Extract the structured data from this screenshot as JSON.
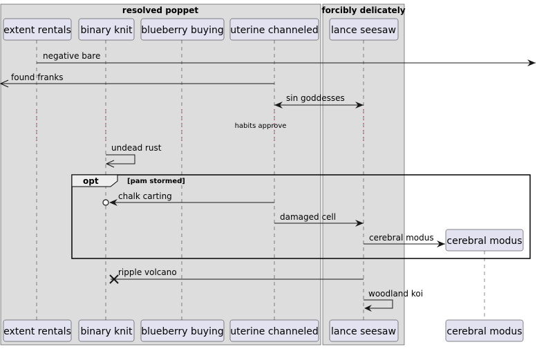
{
  "boxes": [
    {
      "title": "resolved poppet"
    },
    {
      "title": "forcibly delicately"
    }
  ],
  "participants": {
    "extent_rentals": "extent rentals",
    "binary_knit": "binary knit",
    "blueberry_buying": "blueberry buying",
    "uterine_channeled": "uterine channeled",
    "lance_seesaw": "lance seesaw",
    "cerebral_modus": "cerebral modus"
  },
  "messages": {
    "negative_bare": "negative bare",
    "found_franks": "found franks",
    "sin_goddesses": "sin goddesses",
    "undead_rust": "undead rust",
    "chalk_carting": "chalk carting",
    "damaged_cell": "damaged cell",
    "cerebral_modus": "cerebral modus",
    "ripple_volcano": "ripple volcano",
    "woodland_koi": "woodland koi"
  },
  "delay": "habits approve",
  "fragment": {
    "keyword": "opt",
    "guard": "[pam stormed]"
  },
  "colors": {
    "box_fill": "#dddddd",
    "participant_fill": "#e2e2f0",
    "participant_border": "#181818",
    "line": "#181818",
    "delay_dots": "#a80036"
  }
}
